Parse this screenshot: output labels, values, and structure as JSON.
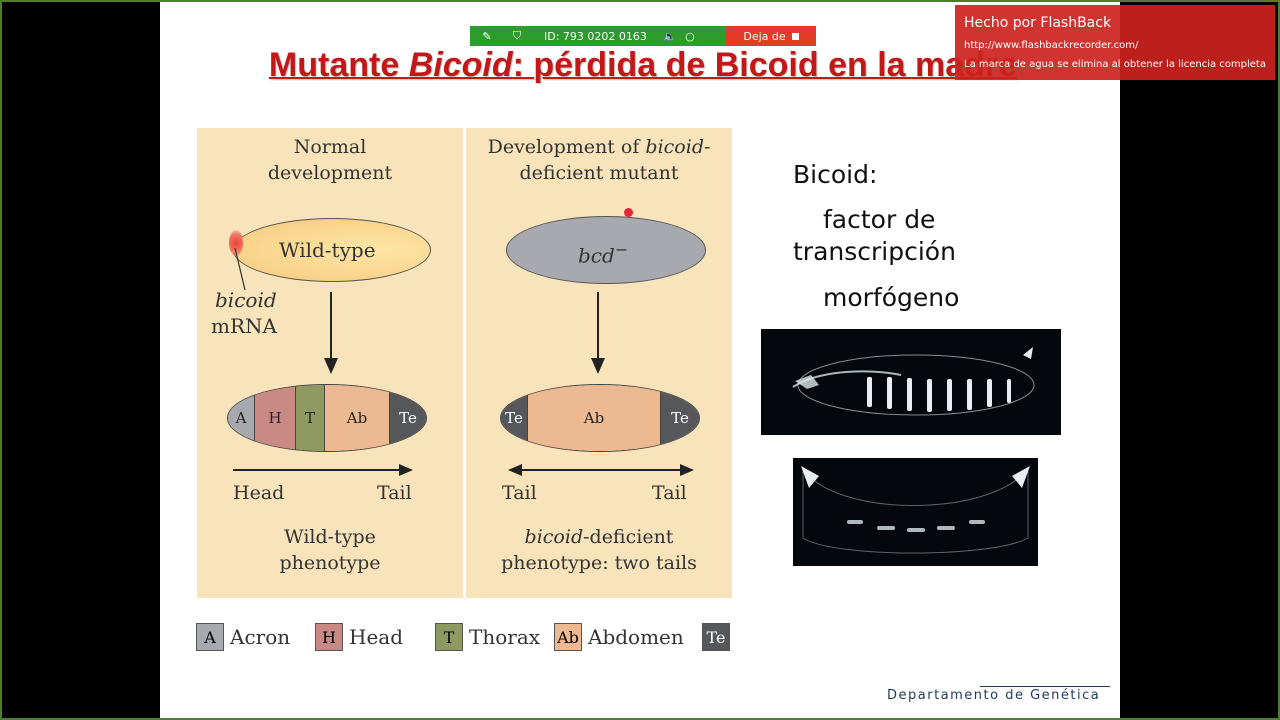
{
  "slide": {
    "title_part1": "Mutante ",
    "title_italic": "Bicoid",
    "title_part2": ": pérdida de Bicoid en la madre"
  },
  "figure": {
    "left": {
      "header_line1": "Normal",
      "header_line2": "development",
      "egg_label": "Wild-type",
      "mrna_italic": "bicoid",
      "mrna_label": "mRNA",
      "segments": [
        "A",
        "H",
        "T",
        "Ab",
        "Te"
      ],
      "axis_start": "Head",
      "axis_end": "Tail",
      "phenotype_line1": "Wild-type",
      "phenotype_line2": "phenotype"
    },
    "right": {
      "header_line1_a": "Development of ",
      "header_line1_b": "bicoid",
      "header_line1_c": "-",
      "header_line2": "deficient mutant",
      "egg_label": "bcd",
      "egg_sup": "−",
      "segments": [
        "Te",
        "Ab",
        "Te"
      ],
      "axis_start": "Tail",
      "axis_end": "Tail",
      "phenotype_line1_italic": "bicoid",
      "phenotype_line1_rest": "-deficient",
      "phenotype_line2": "phenotype: two tails"
    },
    "legend": [
      {
        "key": "A",
        "label": "Acron",
        "color": "#a7a9ae"
      },
      {
        "key": "H",
        "label": "Head",
        "color": "#c98a86"
      },
      {
        "key": "T",
        "label": "Thorax",
        "color": "#8f9a62"
      },
      {
        "key": "Ab",
        "label": "Abdomen",
        "color": "#ecb991"
      },
      {
        "key": "Te",
        "label": "",
        "color": "#55575b"
      }
    ]
  },
  "side_text": {
    "heading": "Bicoid:",
    "line1": "factor de",
    "line2": "transcripción",
    "line3": "morfógeno"
  },
  "footer": {
    "department": "Departamento de Genética"
  },
  "recorder": {
    "id_text": "ID: 793 0202 0163",
    "stop_label": "Deja de",
    "icons": [
      "pen-icon",
      "shield-icon",
      "speaker-icon",
      "circle-icon"
    ]
  },
  "watermark": {
    "title": "Hecho por FlashBack",
    "url": "http://www.flashbackrecorder.com/",
    "note": "La marca de agua se elimina al obtener la licencia completa"
  }
}
